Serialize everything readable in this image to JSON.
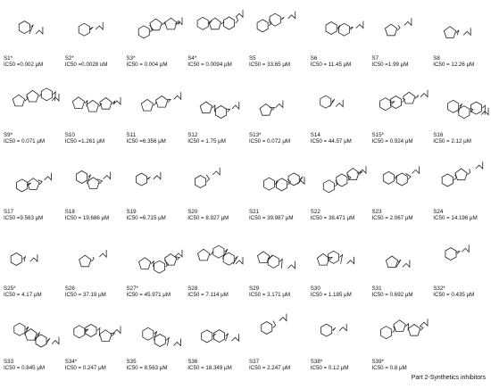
{
  "compounds": [
    {
      "id": "S1*",
      "ic50": "IC50 =0.002 μM"
    },
    {
      "id": "S2*",
      "ic50": "IC50 =0.0028 uM"
    },
    {
      "id": "S3*",
      "ic50": "IC50 = 0.004 μM"
    },
    {
      "id": "S4*",
      "ic50": "IC50 = 0.0094 μM"
    },
    {
      "id": "S5",
      "ic50": "IC50 = 33.65 μM"
    },
    {
      "id": "S6",
      "ic50": "IC50 = 11.45 μM"
    },
    {
      "id": "S7",
      "ic50": "IC50 =1.99 μM"
    },
    {
      "id": "S8",
      "ic50": "IC50 = 12.26 μM"
    },
    {
      "id": "S9*",
      "ic50": "IC50 = 0.071 μM"
    },
    {
      "id": "S10",
      "ic50": "IC50 =1.261 μM"
    },
    {
      "id": "S11",
      "ic50": "IC50 =6.356 μM"
    },
    {
      "id": "S12",
      "ic50": "IC50 = 1.75 μM"
    },
    {
      "id": "S13*",
      "ic50": "IC50 = 0.072 μM"
    },
    {
      "id": "S14",
      "ic50": "IC50 = 44.57 μM"
    },
    {
      "id": "S15*",
      "ic50": "IC50 = 0.924 μM"
    },
    {
      "id": "S16",
      "ic50": "IC50 = 2.12 μM"
    },
    {
      "id": "S17",
      "ic50": "IC50 =9.563 μM"
    },
    {
      "id": "S18",
      "ic50": "IC50 = 19.686 μM"
    },
    {
      "id": "S19",
      "ic50": "IC50 =6.715 μM"
    },
    {
      "id": "S20",
      "ic50": "IC50 = 8.927 μM"
    },
    {
      "id": "S21",
      "ic50": "IC50 = 39.987 μM"
    },
    {
      "id": "S22",
      "ic50": "IC50 = 38.471 μM"
    },
    {
      "id": "S23",
      "ic50": "IC50 = 2.067 μM"
    },
    {
      "id": "S24",
      "ic50": "IC50 = 14.196 μM"
    },
    {
      "id": "S25*",
      "ic50": "IC50 = 4.17 μM"
    },
    {
      "id": "S26",
      "ic50": "IC50 = 37.19 μM"
    },
    {
      "id": "S27*",
      "ic50": "IC50 = 45.971 μM"
    },
    {
      "id": "S28",
      "ic50": "IC50 = 7.114 μM"
    },
    {
      "id": "S29",
      "ic50": "IC50 = 3.171 μM"
    },
    {
      "id": "S30",
      "ic50": "IC50 = 1.185 μM"
    },
    {
      "id": "S31",
      "ic50": "IC50 = 0.692 μM"
    },
    {
      "id": "S32*",
      "ic50": "IC50 = 0.435 μM"
    },
    {
      "id": "S33",
      "ic50": "IC50 = 0.845 μM"
    },
    {
      "id": "S34*",
      "ic50": "IC50 = 0.247 μM"
    },
    {
      "id": "S35",
      "ic50": "IC50 = 8.563 μM"
    },
    {
      "id": "S36",
      "ic50": "IC50 = 18.349 μM"
    },
    {
      "id": "S37",
      "ic50": "IC50 = 2.247 μM"
    },
    {
      "id": "S38*",
      "ic50": "IC50 = 0.12 μM"
    },
    {
      "id": "S39*",
      "ic50": "IC50 = 0.8 μM"
    }
  ],
  "footer": "Part 2-Synthetics inhibitors"
}
